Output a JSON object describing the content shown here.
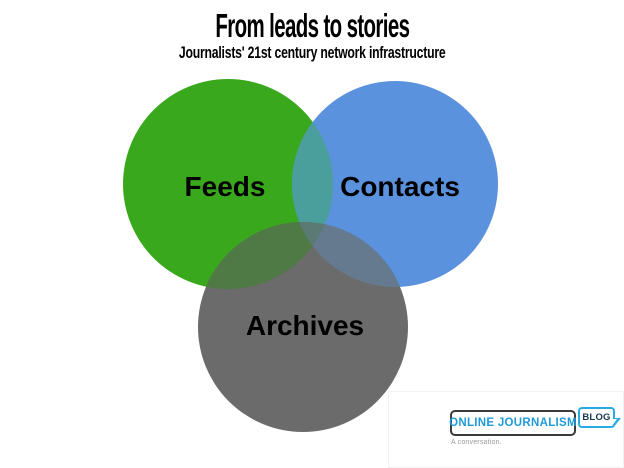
{
  "title": "From leads to stories",
  "subtitle": "Journalists' 21st century network infrastructure",
  "chart_data": {
    "type": "venn",
    "title": "From leads to stories",
    "subtitle": "Journalists' 21st century network infrastructure",
    "sets": [
      {
        "label": "Feeds",
        "color": "#3AA81C"
      },
      {
        "label": "Contacts",
        "color": "#5B92DE"
      },
      {
        "label": "Archives",
        "color": "#6B6B6B"
      }
    ],
    "overlaps": [
      {
        "between": [
          "Feeds",
          "Contacts"
        ],
        "color": "#4A9E9B"
      },
      {
        "between": [
          "Feeds",
          "Archives"
        ],
        "color": "#4F7A46"
      },
      {
        "between": [
          "Contacts",
          "Archives"
        ],
        "color": "#65798F"
      },
      {
        "between": [
          "Feeds",
          "Contacts",
          "Archives"
        ],
        "color": "#5C7A74"
      }
    ]
  },
  "venn": {
    "circles": [
      {
        "label": "Feeds",
        "color": "#3AA81C"
      },
      {
        "label": "Contacts",
        "color": "#5B92DE"
      },
      {
        "label": "Archives",
        "color": "#6B6B6B"
      }
    ],
    "overlap_colors": {
      "feeds_contacts": "#4A9E9B",
      "feeds_archives": "#4F7A46",
      "contacts_archives": "#65798F",
      "center": "#5C7A74"
    }
  },
  "logo": {
    "name_text": "ONLINE JOURNALISM",
    "badge_text": "BLOG",
    "tagline": "A conversation.",
    "name_color": "#1E9BD7",
    "badge_border_color": "#29ABE2",
    "badge_text_color": "#17384E",
    "box_border_color": "#3B3B3B"
  },
  "text_color": "#000000",
  "background_color": "#FFFFFF"
}
